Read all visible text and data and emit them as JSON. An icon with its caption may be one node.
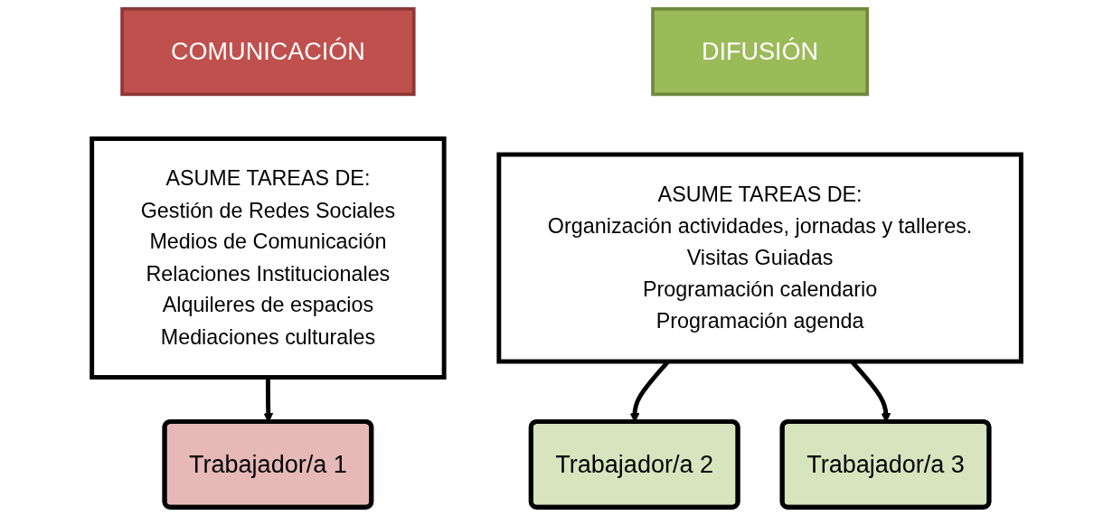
{
  "diagram": {
    "nodes": [
      {
        "text": [
          "COMUNICACIÓN"
        ]
      },
      {
        "text": [
          "ASUME TAREAS DE:",
          "Gestión de Redes Sociales",
          "Medios de Comunicación",
          "Relaciones Institucionales",
          "Alquileres de espacios",
          "Mediaciones culturales"
        ]
      },
      {
        "text": [
          "DIFUSIÓN"
        ]
      },
      {
        "text": [
          "ASUME TAREAS DE:",
          "Organización actividades, jornadas y talleres.",
          "Visitas Guiadas",
          "Programación calendario",
          "Programación agenda"
        ]
      },
      {
        "text": [
          "Trabajador/a 1"
        ]
      },
      {
        "text": [
          "Trabajador/a 2"
        ]
      },
      {
        "text": [
          "Trabajador/a 3"
        ]
      }
    ],
    "edges": [
      {
        "from": 1,
        "to": 4,
        "arrow": "to"
      },
      {
        "from": 3,
        "to": 5,
        "arrow": "to"
      },
      {
        "from": 3,
        "to": 6,
        "arrow": "to"
      }
    ]
  }
}
